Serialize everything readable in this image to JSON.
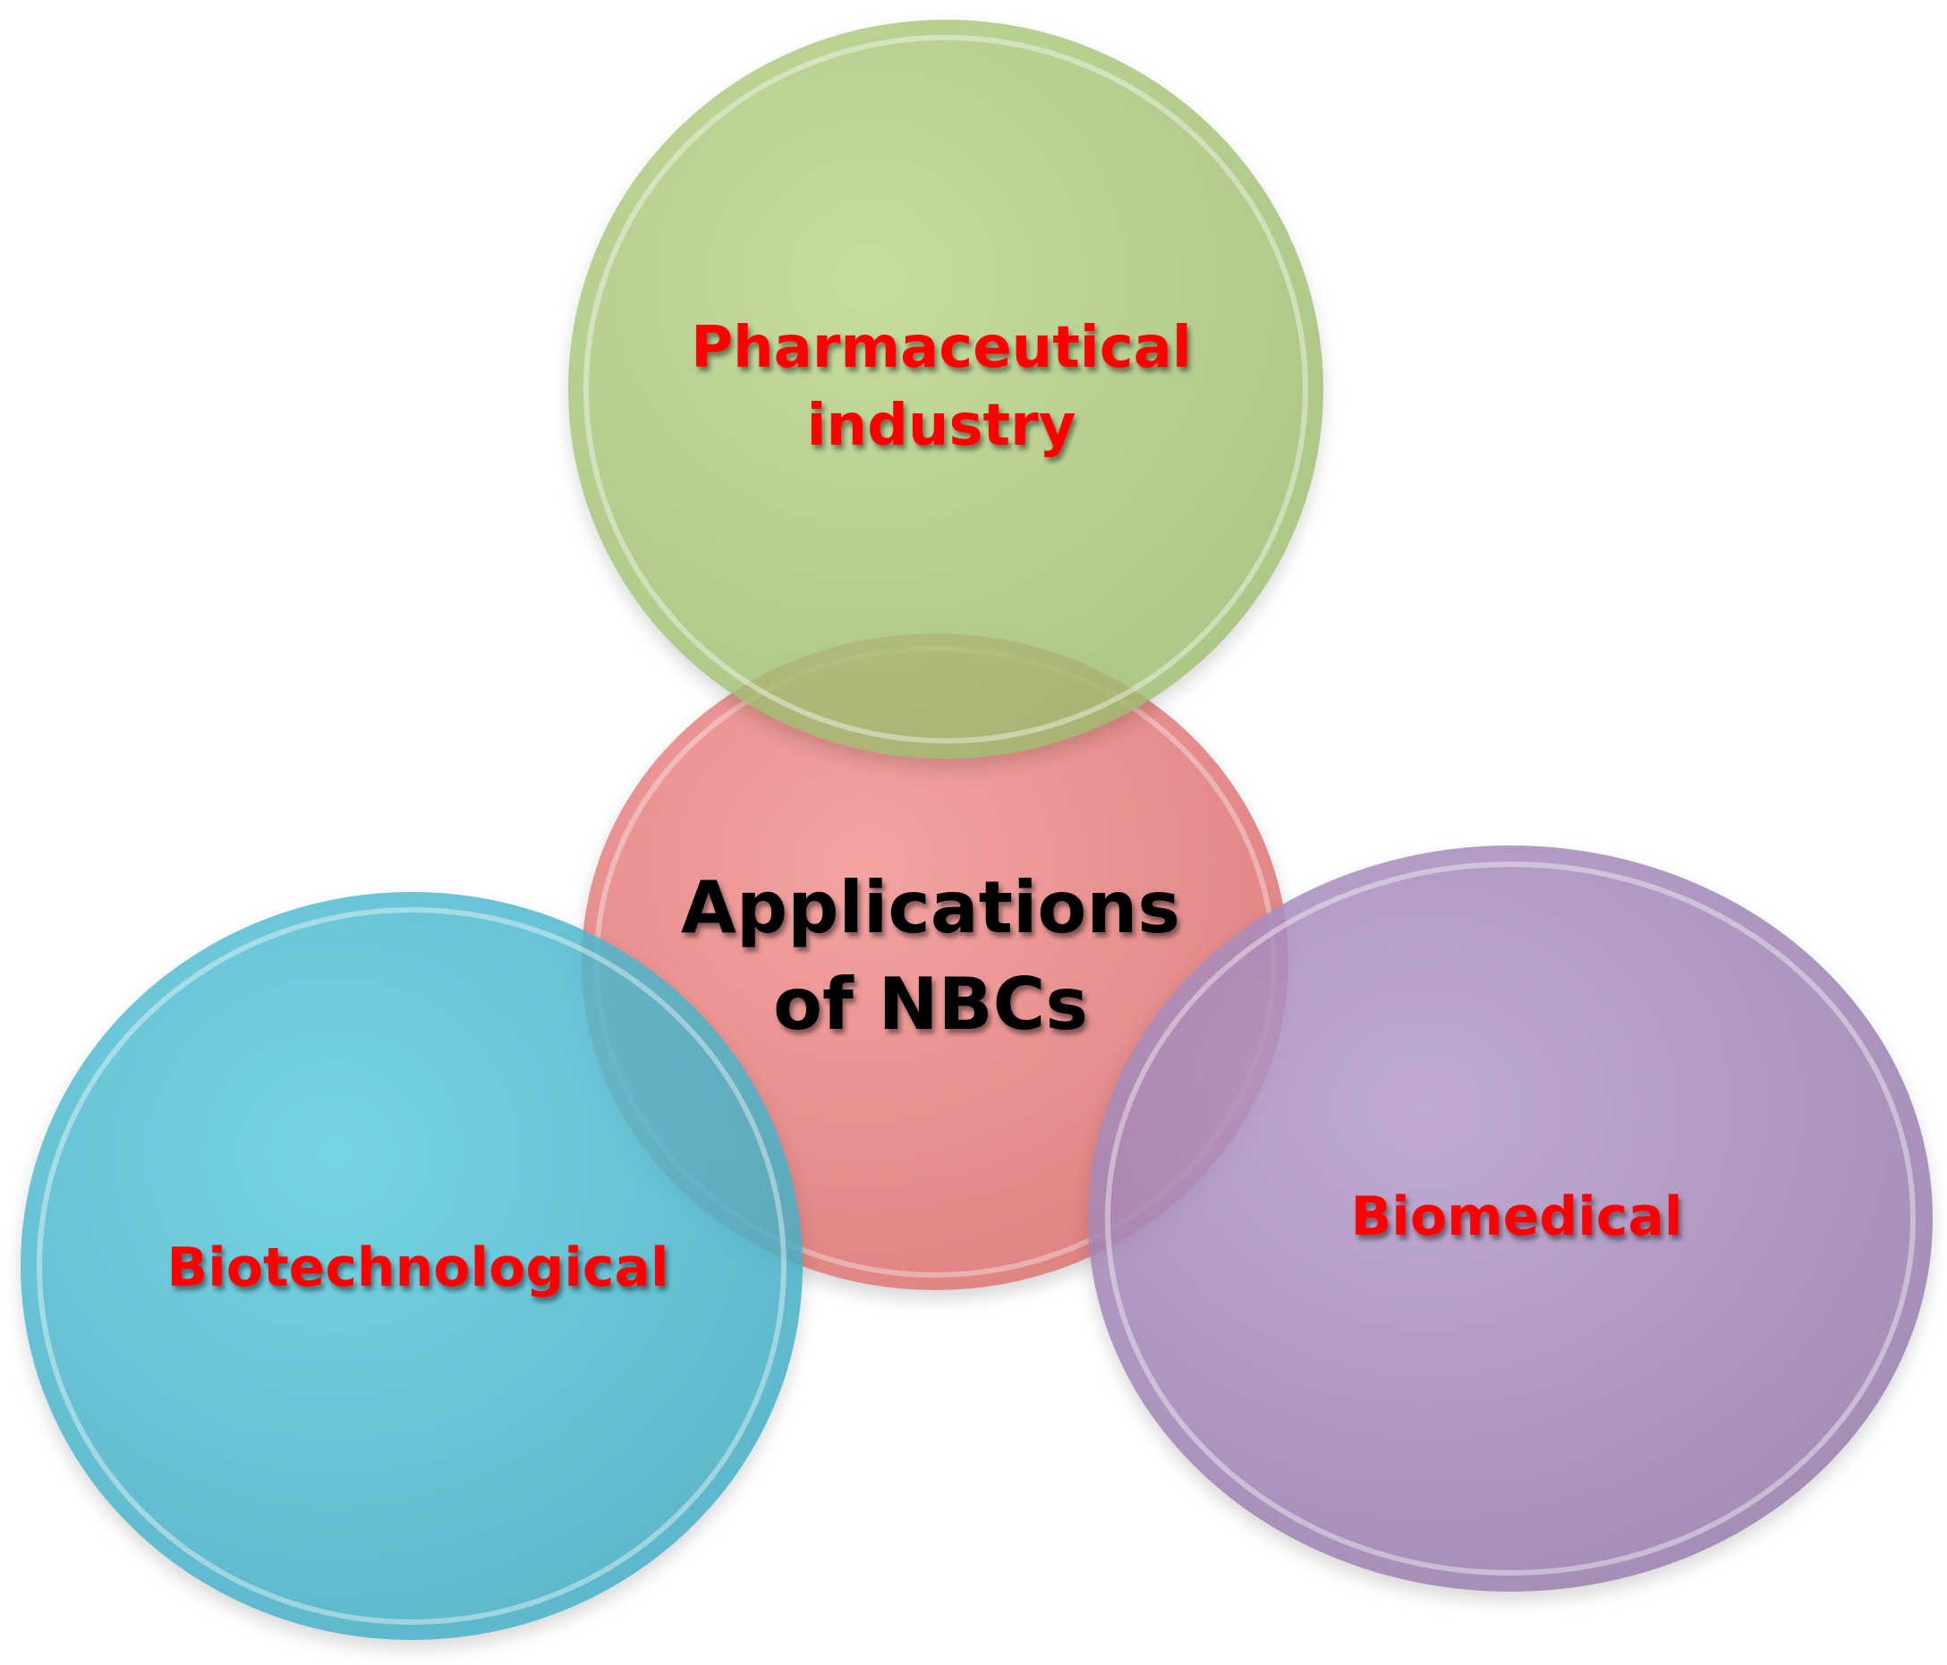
{
  "diagram": {
    "center": {
      "label_line1": "Applications",
      "label_line2": "of NBCs",
      "fill": "#e8807f",
      "text_color": "#000000"
    },
    "petals": [
      {
        "label_line1": "Pharmaceutical",
        "label_line2": "industry",
        "fill": "#a9c77a",
        "text_color": "#ff0000"
      },
      {
        "label_line1": "Biotechnological",
        "fill": "#4bb9cf",
        "text_color": "#ff0000"
      },
      {
        "label_line1": "Biomedical",
        "fill": "#a287b6",
        "text_color": "#ff0000"
      }
    ]
  }
}
